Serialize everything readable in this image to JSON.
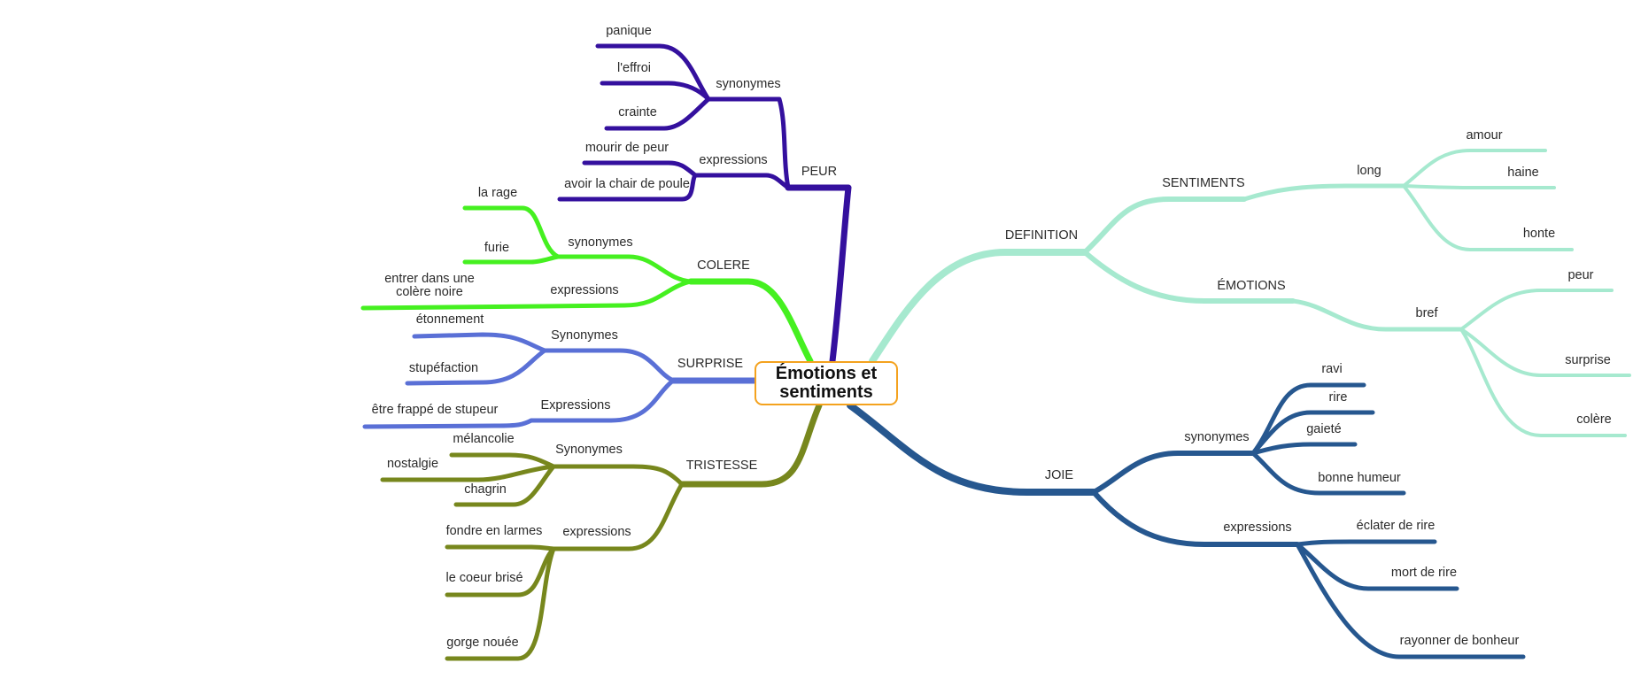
{
  "central": {
    "line1": "Émotions  et",
    "line2": "sentiments"
  },
  "colors": {
    "peur": "#34109e",
    "colere": "#45f020",
    "surprise": "#5a70d6",
    "tristesse": "#77871d",
    "definition": "#a6e9cf",
    "joie": "#26578f",
    "center_border": "#f4a21e"
  },
  "branches": {
    "peur": {
      "label": "PEUR",
      "synonymes": {
        "label": "synonymes",
        "items": [
          "panique",
          "l'effroi",
          "crainte"
        ]
      },
      "expressions": {
        "label": "expressions",
        "items": [
          "mourir de peur",
          "avoir la chair de poule"
        ]
      }
    },
    "colere": {
      "label": "COLERE",
      "synonymes": {
        "label": "synonymes",
        "items": [
          "la rage",
          "furie"
        ]
      },
      "expressions": {
        "label": "expressions",
        "line1": "entrer  dans  une",
        "line2": "colère  noire"
      }
    },
    "surprise": {
      "label": "SURPRISE",
      "synonymes": {
        "label": "Synonymes",
        "items": [
          "étonnement",
          "stupéfaction"
        ]
      },
      "expressions": {
        "label": "Expressions",
        "items": [
          "être frappé de stupeur"
        ]
      }
    },
    "tristesse": {
      "label": "TRISTESSE",
      "synonymes": {
        "label": "Synonymes",
        "items": [
          "mélancolie",
          "nostalgie",
          "chagrin"
        ]
      },
      "expressions": {
        "label": "expressions",
        "items": [
          "fondre en larmes",
          "le coeur brisé",
          "gorge nouée"
        ]
      }
    },
    "definition": {
      "label": "DEFINITION",
      "sentiments": {
        "label": "SENTIMENTS",
        "sub": "long",
        "items": [
          "amour",
          "haine",
          "honte"
        ]
      },
      "emotions": {
        "label": "ÉMOTIONS",
        "sub": "bref",
        "items": [
          "peur",
          "surprise",
          "colère"
        ]
      }
    },
    "joie": {
      "label": "JOIE",
      "synonymes": {
        "label": "synonymes",
        "items": [
          "ravi",
          "rire",
          "gaieté",
          "bonne humeur"
        ]
      },
      "expressions": {
        "label": "expressions",
        "items": [
          "éclater de rire",
          "mort de rire",
          "rayonner de bonheur"
        ]
      }
    }
  }
}
